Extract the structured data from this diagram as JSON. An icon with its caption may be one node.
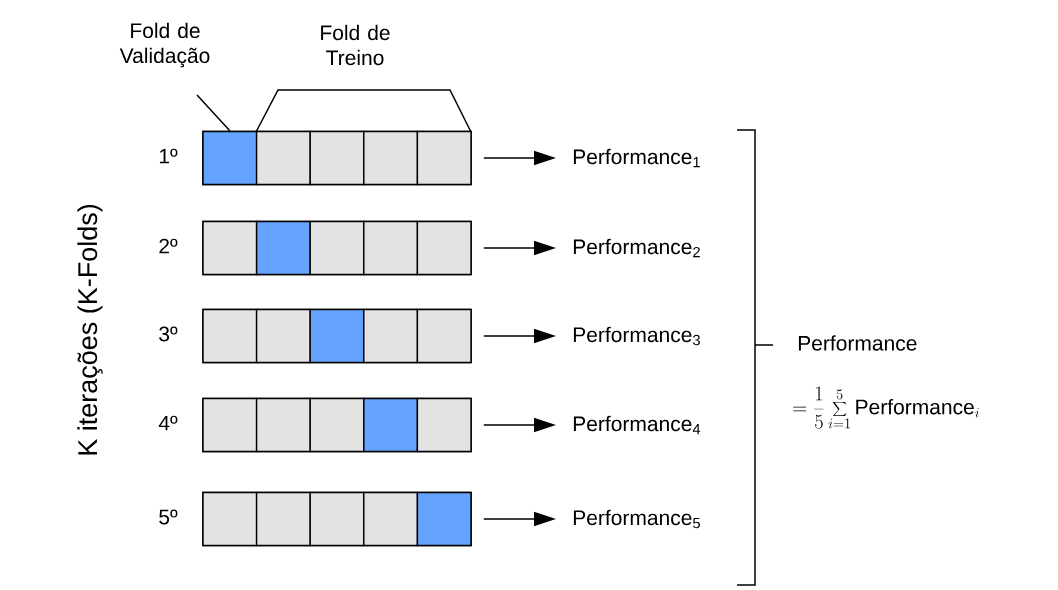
{
  "diagram": {
    "nodes": [
      {
        "text": [
          "Fold de Validação"
        ]
      },
      {
        "text": [],
        "shape": "bar",
        "beside": [
          "1º"
        ]
      },
      {
        "text": [],
        "shape": "box",
        "in": 1
      },
      {
        "text": [],
        "shape": "box",
        "in": 1
      },
      {
        "text": [],
        "shape": "box",
        "in": 1
      },
      {
        "text": [],
        "shape": "box",
        "in": 1
      },
      {
        "text": [],
        "shape": "box",
        "in": 1
      },
      {
        "text": [],
        "shape": "bar",
        "beside": [
          "2º"
        ]
      },
      {
        "text": [],
        "shape": "box",
        "in": 7
      },
      {
        "text": [],
        "shape": "box",
        "in": 7
      },
      {
        "text": [],
        "shape": "box",
        "in": 7
      },
      {
        "text": [],
        "shape": "box",
        "in": 7
      },
      {
        "text": [],
        "shape": "box",
        "in": 7
      },
      {
        "text": [],
        "shape": "bar",
        "beside": [
          "3º"
        ]
      },
      {
        "text": [],
        "shape": "box",
        "in": 13
      },
      {
        "text": [],
        "shape": "box",
        "in": 13
      },
      {
        "text": [],
        "shape": "box",
        "in": 13
      },
      {
        "text": [],
        "shape": "box",
        "in": 13
      },
      {
        "text": [],
        "shape": "box",
        "in": 13
      },
      {
        "text": [],
        "shape": "bar",
        "beside": [
          "4º"
        ]
      },
      {
        "text": [],
        "shape": "box",
        "in": 19
      },
      {
        "text": [],
        "shape": "box",
        "in": 19
      },
      {
        "text": [],
        "shape": "box",
        "in": 19
      },
      {
        "text": [],
        "shape": "box",
        "in": 19
      },
      {
        "text": [],
        "shape": "box",
        "in": 19
      },
      {
        "text": [],
        "shape": "bar",
        "beside": [
          "5º"
        ]
      },
      {
        "text": [],
        "shape": "box",
        "in": 25
      },
      {
        "text": [],
        "shape": "box",
        "in": 25
      },
      {
        "text": [],
        "shape": "box",
        "in": 25
      },
      {
        "text": [],
        "shape": "box",
        "in": 25
      },
      {
        "text": [],
        "shape": "box",
        "in": 25
      },
      {
        "text": [
          "Performance$_{1}$"
        ]
      },
      {
        "text": [
          "Performance$_{2}$"
        ]
      },
      {
        "text": [
          "Performance$_{3}$"
        ]
      },
      {
        "text": [
          "Performance$_{4}$"
        ]
      },
      {
        "text": [
          "Performance$_{5}$"
        ]
      }
    ],
    "edges": [
      {
        "from": 0,
        "to": 2,
        "arrow": "none"
      },
      {
        "from": 1,
        "to": 31,
        "arrow": "to"
      },
      {
        "from": 7,
        "to": 32,
        "arrow": "to"
      },
      {
        "from": 13,
        "to": 33,
        "arrow": "to"
      },
      {
        "from": 19,
        "to": 34,
        "arrow": "to"
      },
      {
        "from": 25,
        "to": 35,
        "arrow": "to"
      }
    ],
    "labels": [
      "Fold de Treino",
      "K iterações (K-Folds)",
      "Performance",
      "=\\frac{1}{5}\\sum_{i=1}^{5}\\mathrm{Performance}_{i}"
    ]
  }
}
